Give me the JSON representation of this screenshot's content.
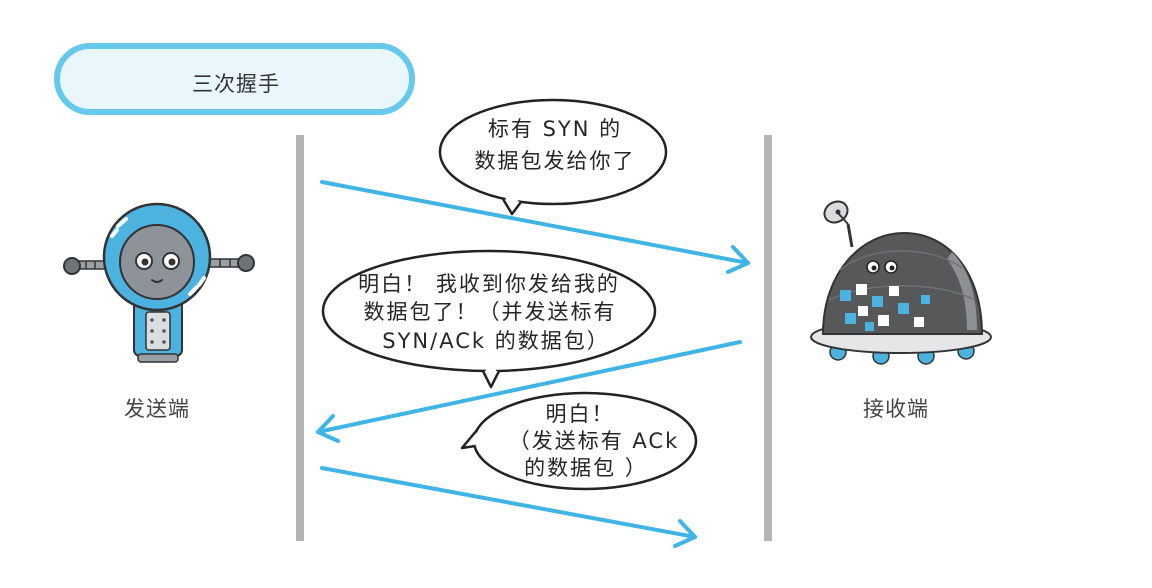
{
  "header": {
    "title": "三次握手"
  },
  "endpoints": {
    "sender": {
      "label": "发送端"
    },
    "receiver": {
      "label": "接收端"
    }
  },
  "messages": [
    {
      "lines": [
        "标有 SYN 的",
        "数据包发给你了"
      ]
    },
    {
      "lines": [
        "明白！ 我收到你发给我的",
        "数据包了！（并发送标有",
        "SYN/ACk 的数据包）"
      ]
    },
    {
      "lines": [
        "明白！",
        "（发送标有 ACk",
        "的数据包 ）"
      ]
    }
  ],
  "colors": {
    "accent": "#3fb4e5",
    "title_border": "#66c9ec",
    "title_fill": "#e9f7fd",
    "lifeline": "#b4b4b4",
    "robot_blue": "#4cb2e0",
    "robot_gray": "#565859"
  }
}
